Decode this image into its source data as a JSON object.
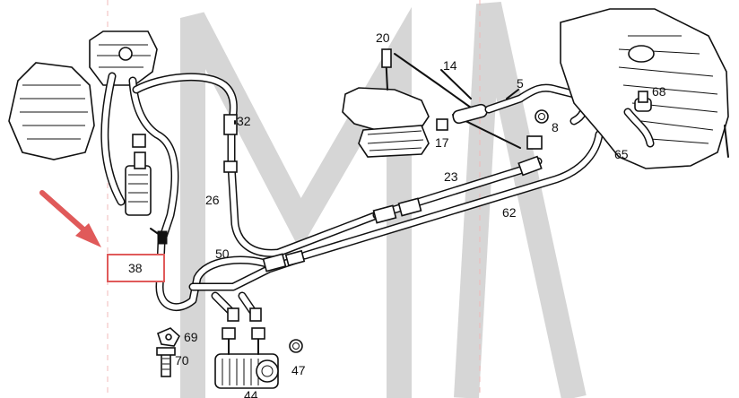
{
  "callout": {
    "label": "38",
    "color": "#e05a5a"
  },
  "parts": [
    {
      "id": "p20",
      "label": "20"
    },
    {
      "id": "p14",
      "label": "14"
    },
    {
      "id": "p5",
      "label": "5"
    },
    {
      "id": "p68",
      "label": "68"
    },
    {
      "id": "p8",
      "label": "8"
    },
    {
      "id": "p32",
      "label": "32"
    },
    {
      "id": "p17",
      "label": "17"
    },
    {
      "id": "p65",
      "label": "65"
    },
    {
      "id": "p23",
      "label": "23"
    },
    {
      "id": "p26",
      "label": "26"
    },
    {
      "id": "p62",
      "label": "62"
    },
    {
      "id": "p50",
      "label": "50"
    },
    {
      "id": "p69",
      "label": "69"
    },
    {
      "id": "p70",
      "label": "70"
    },
    {
      "id": "p47",
      "label": "47"
    },
    {
      "id": "p44",
      "label": "44"
    }
  ]
}
